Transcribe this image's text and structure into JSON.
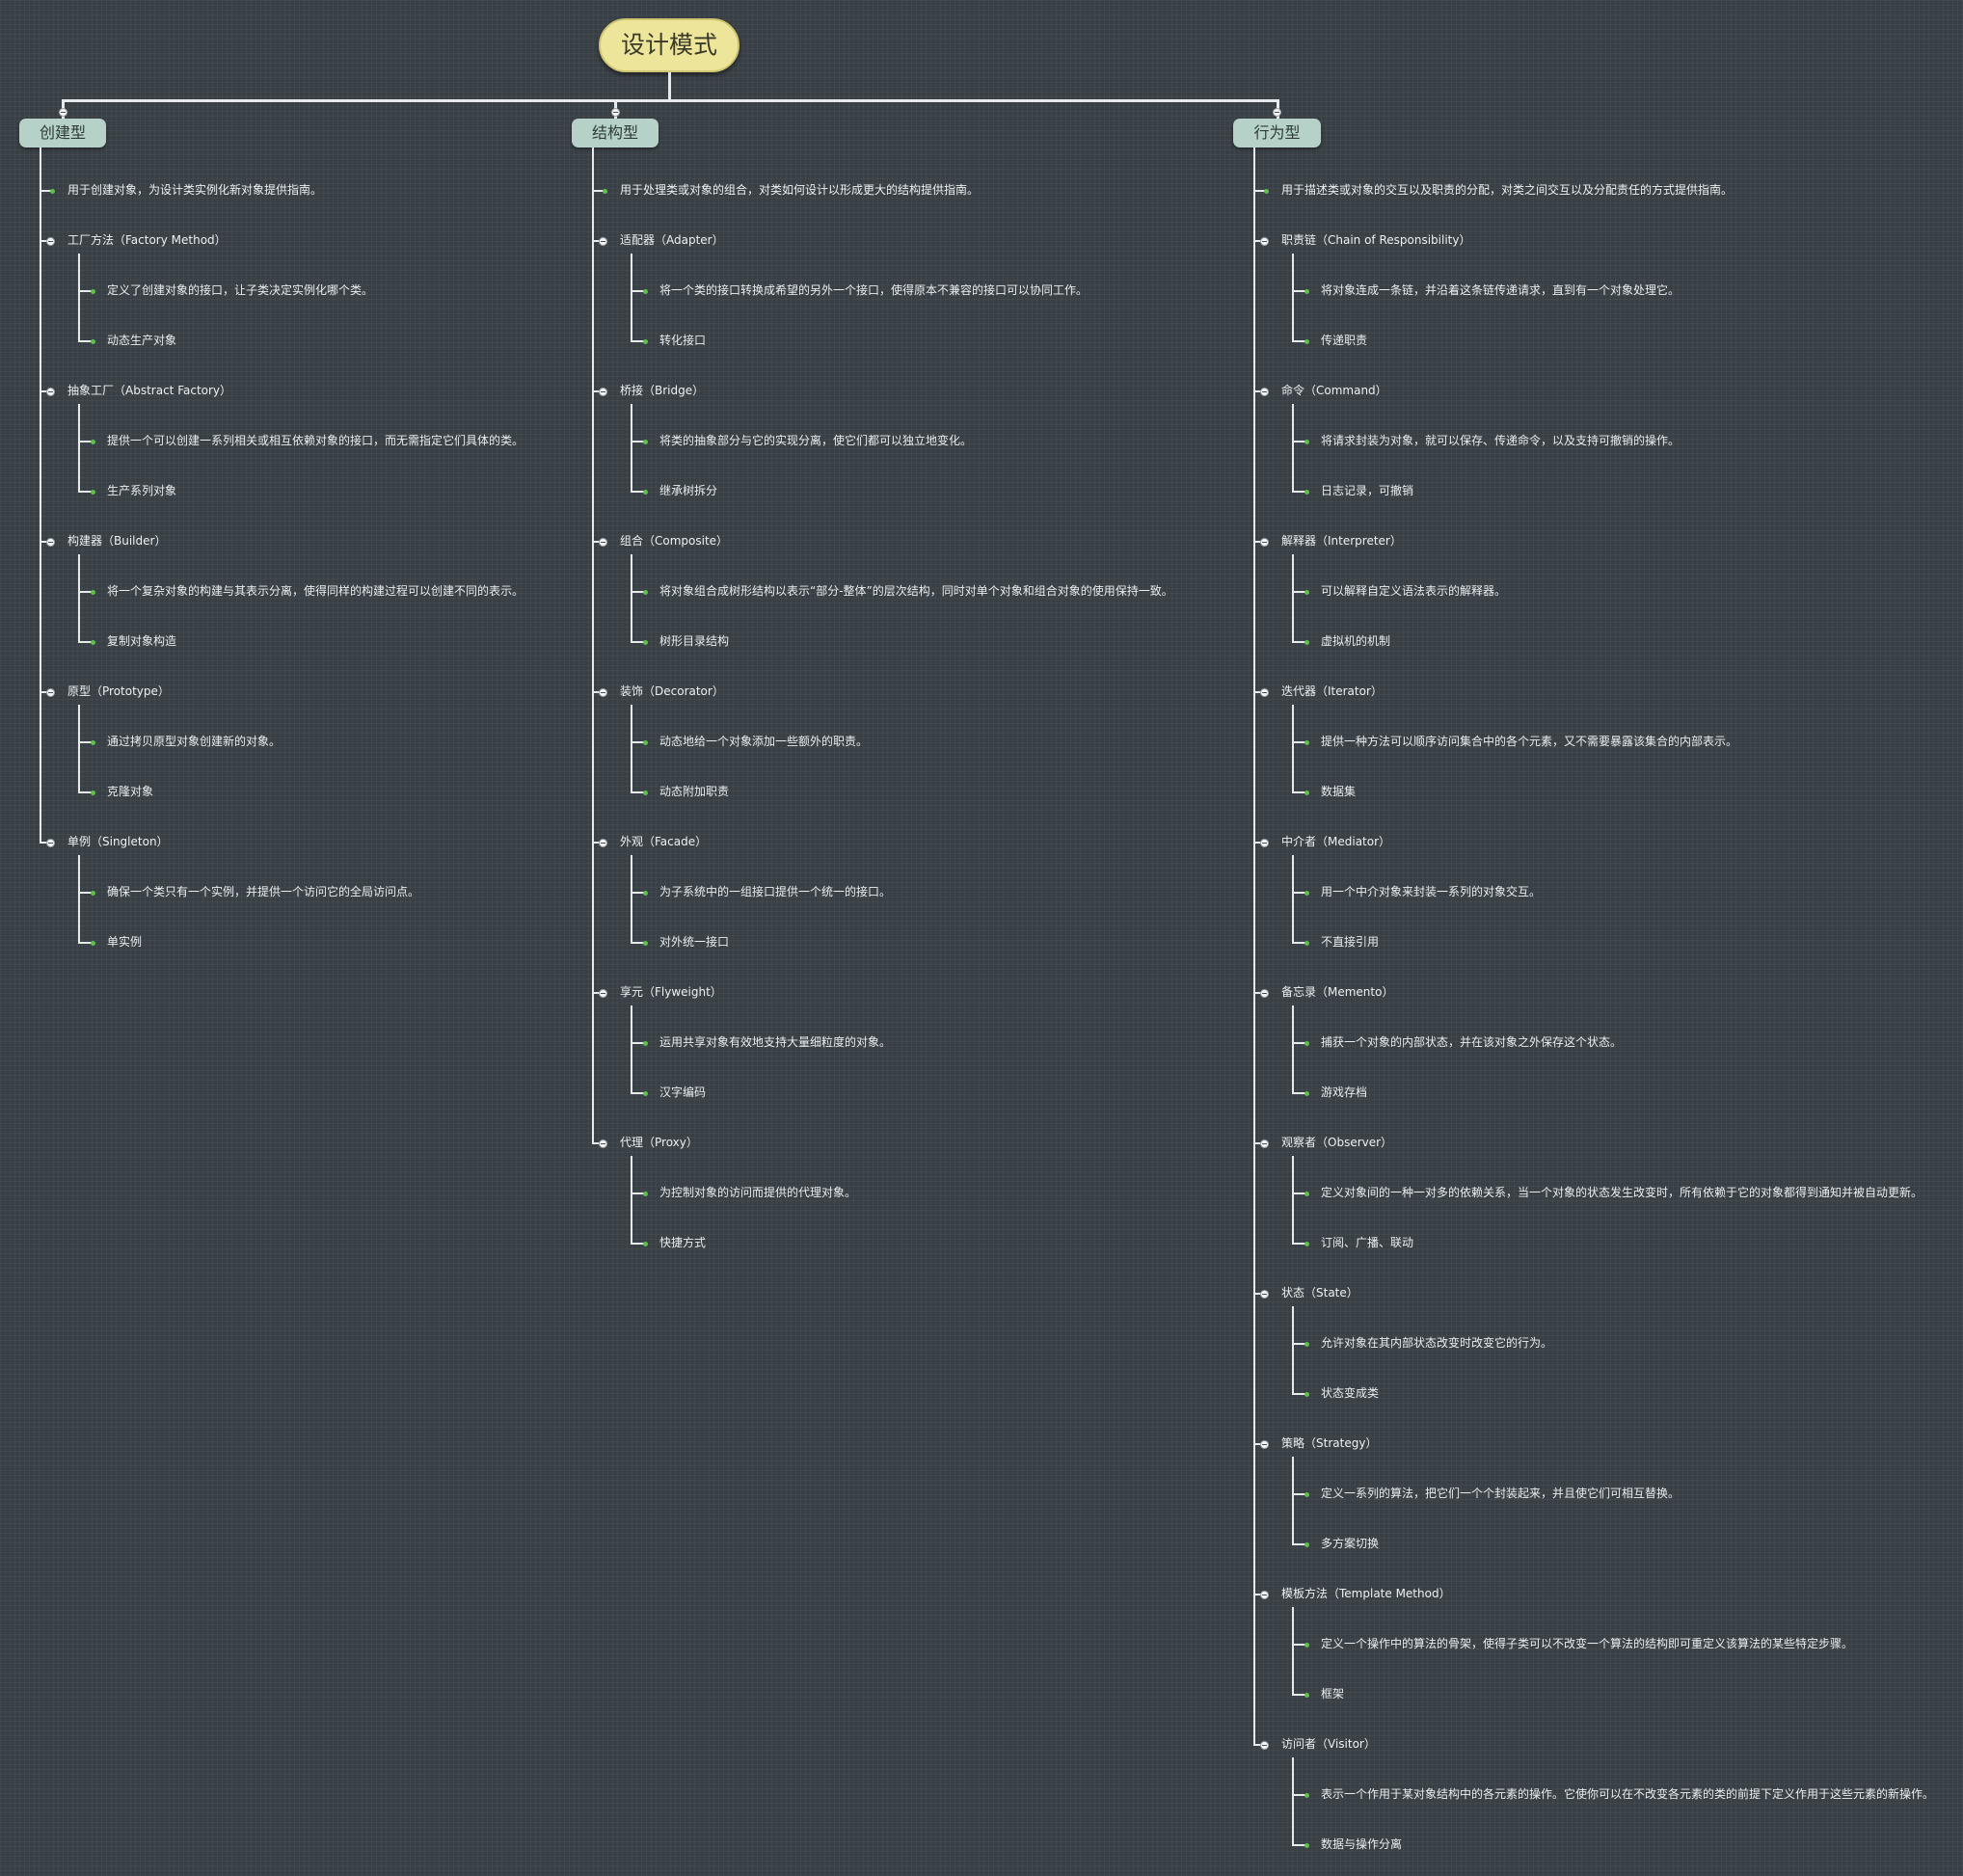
{
  "root": "设计模式",
  "categories": [
    {
      "label": "创建型",
      "desc": "用于创建对象，为设计类实例化新对象提供指南。",
      "patterns": [
        {
          "name": "工厂方法（Factory Method）",
          "def": "定义了创建对象的接口，让子类决定实例化哪个类。",
          "note": "动态生产对象"
        },
        {
          "name": "抽象工厂（Abstract Factory）",
          "def": "提供一个可以创建一系列相关或相互依赖对象的接口，而无需指定它们具体的类。",
          "note": "生产系列对象"
        },
        {
          "name": "构建器（Builder）",
          "def": "将一个复杂对象的构建与其表示分离，使得同样的构建过程可以创建不同的表示。",
          "note": "复制对象构造"
        },
        {
          "name": "原型（Prototype）",
          "def": "通过拷贝原型对象创建新的对象。",
          "note": "克隆对象"
        },
        {
          "name": "单例（Singleton）",
          "def": "确保一个类只有一个实例，并提供一个访问它的全局访问点。",
          "note": "单实例"
        }
      ]
    },
    {
      "label": "结构型",
      "desc": "用于处理类或对象的组合，对类如何设计以形成更大的结构提供指南。",
      "patterns": [
        {
          "name": "适配器（Adapter）",
          "def": "将一个类的接口转换成希望的另外一个接口，使得原本不兼容的接口可以协同工作。",
          "note": "转化接口"
        },
        {
          "name": "桥接（Bridge）",
          "def": "将类的抽象部分与它的实现分离，使它们都可以独立地变化。",
          "note": "继承树拆分"
        },
        {
          "name": "组合（Composite）",
          "def": "将对象组合成树形结构以表示“部分-整体”的层次结构，同时对单个对象和组合对象的使用保持一致。",
          "note": "树形目录结构"
        },
        {
          "name": "装饰（Decorator）",
          "def": "动态地给一个对象添加一些额外的职责。",
          "note": "动态附加职责"
        },
        {
          "name": "外观（Facade）",
          "def": "为子系统中的一组接口提供一个统一的接口。",
          "note": "对外统一接口"
        },
        {
          "name": "享元（Flyweight）",
          "def": "运用共享对象有效地支持大量细粒度的对象。",
          "note": "汉字编码"
        },
        {
          "name": "代理（Proxy）",
          "def": "为控制对象的访问而提供的代理对象。",
          "note": "快捷方式"
        }
      ]
    },
    {
      "label": "行为型",
      "desc": "用于描述类或对象的交互以及职责的分配，对类之间交互以及分配责任的方式提供指南。",
      "patterns": [
        {
          "name": "职责链（Chain of Responsibility）",
          "def": "将对象连成一条链，并沿着这条链传递请求，直到有一个对象处理它。",
          "note": "传递职责"
        },
        {
          "name": "命令（Command）",
          "def": "将请求封装为对象，就可以保存、传递命令，以及支持可撤销的操作。",
          "note": "日志记录，可撤销"
        },
        {
          "name": "解释器（Interpreter）",
          "def": "可以解释自定义语法表示的解释器。",
          "note": "虚拟机的机制"
        },
        {
          "name": "迭代器（Iterator）",
          "def": "提供一种方法可以顺序访问集合中的各个元素，又不需要暴露该集合的内部表示。",
          "note": "数据集"
        },
        {
          "name": "中介者（Mediator）",
          "def": "用一个中介对象来封装一系列的对象交互。",
          "note": "不直接引用"
        },
        {
          "name": "备忘录（Memento）",
          "def": "捕获一个对象的内部状态，并在该对象之外保存这个状态。",
          "note": "游戏存档"
        },
        {
          "name": "观察者（Observer）",
          "def": "定义对象间的一种一对多的依赖关系，当一个对象的状态发生改变时，所有依赖于它的对象都得到通知并被自动更新。",
          "note": "订阅、广播、联动"
        },
        {
          "name": "状态（State）",
          "def": "允许对象在其内部状态改变时改变它的行为。",
          "note": "状态变成类"
        },
        {
          "name": "策略（Strategy）",
          "def": "定义一系列的算法，把它们一个个封装起来，并且使它们可相互替换。",
          "note": "多方案切换"
        },
        {
          "name": "模板方法（Template Method）",
          "def": "定义一个操作中的算法的骨架，使得子类可以不改变一个算法的结构即可重定义该算法的某些特定步骤。",
          "note": "框架"
        },
        {
          "name": "访问者（Visitor）",
          "def": "表示一个作用于某对象结构中的各元素的操作。它使你可以在不改变各元素的类的前提下定义作用于这些元素的新操作。",
          "note": "数据与操作分离"
        }
      ]
    }
  ]
}
